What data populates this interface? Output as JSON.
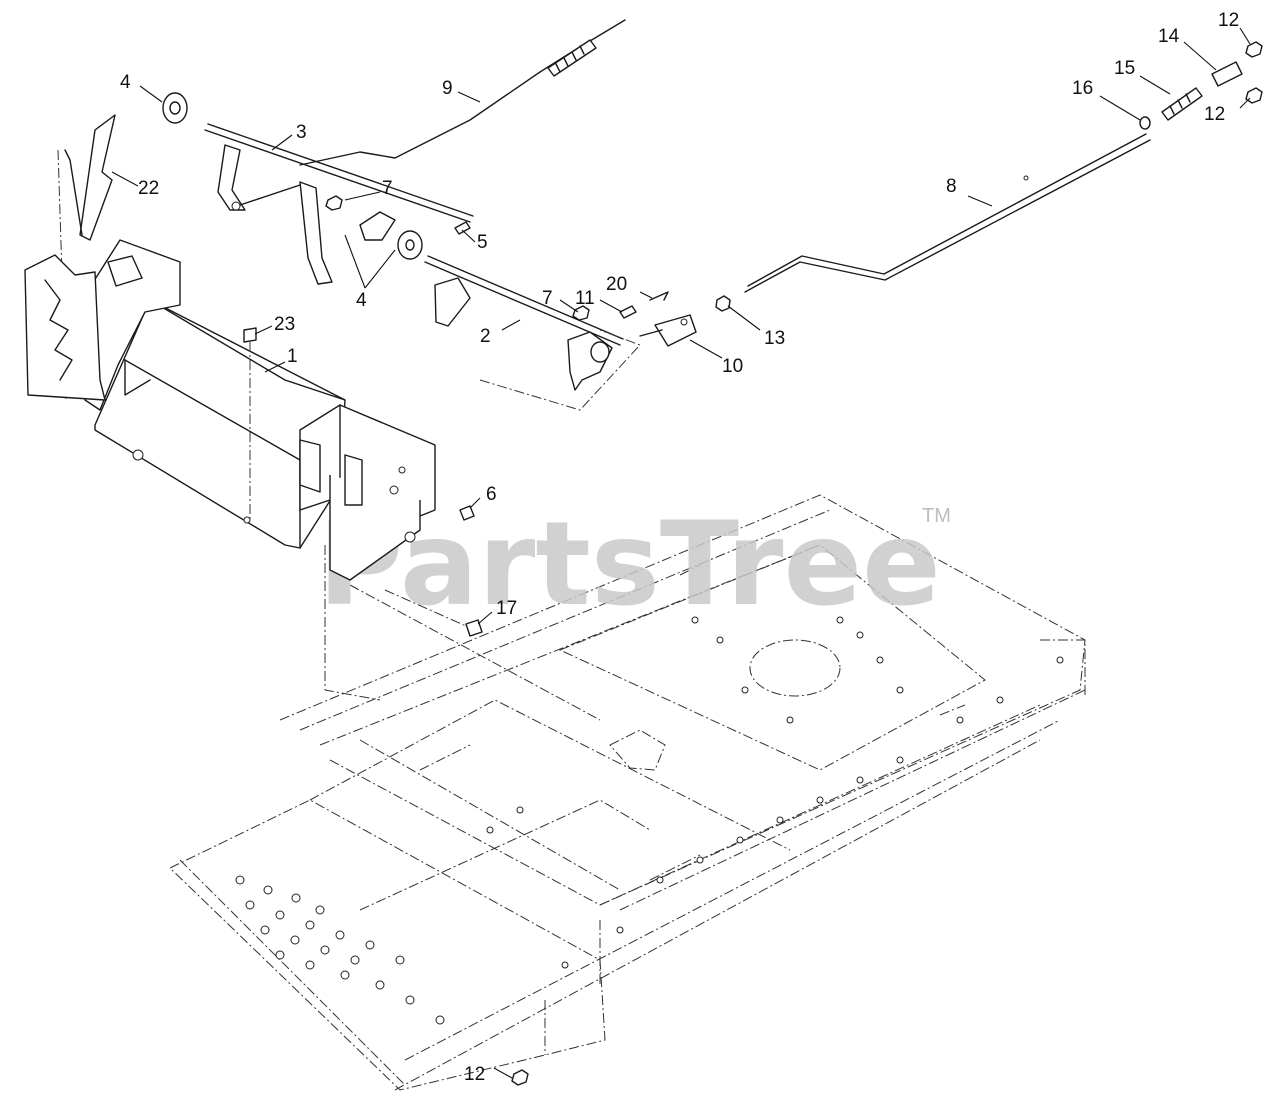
{
  "watermark": {
    "text": "PartsTree",
    "trademark": "TM"
  },
  "callouts": [
    {
      "id": "4a",
      "label": "4"
    },
    {
      "id": "9",
      "label": "9"
    },
    {
      "id": "3",
      "label": "3"
    },
    {
      "id": "22",
      "label": "22"
    },
    {
      "id": "7a",
      "label": "7"
    },
    {
      "id": "5",
      "label": "5"
    },
    {
      "id": "4b",
      "label": "4"
    },
    {
      "id": "23",
      "label": "23"
    },
    {
      "id": "1",
      "label": "1"
    },
    {
      "id": "7b",
      "label": "7"
    },
    {
      "id": "11",
      "label": "11"
    },
    {
      "id": "20",
      "label": "20"
    },
    {
      "id": "2",
      "label": "2"
    },
    {
      "id": "10",
      "label": "10"
    },
    {
      "id": "13",
      "label": "13"
    },
    {
      "id": "8",
      "label": "8"
    },
    {
      "id": "16",
      "label": "16"
    },
    {
      "id": "15",
      "label": "15"
    },
    {
      "id": "14",
      "label": "14"
    },
    {
      "id": "12a",
      "label": "12"
    },
    {
      "id": "12b",
      "label": "12"
    },
    {
      "id": "6",
      "label": "6"
    },
    {
      "id": "17",
      "label": "17"
    },
    {
      "id": "12c",
      "label": "12"
    }
  ]
}
